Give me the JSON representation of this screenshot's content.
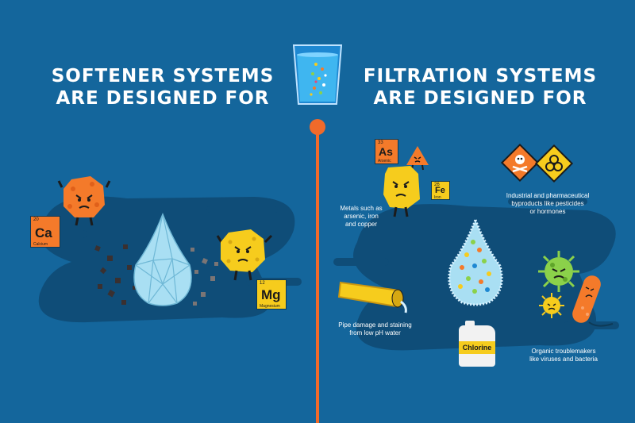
{
  "left_heading": {
    "line1": "SOFTENER SYSTEMS",
    "line2": "ARE DESIGNED FOR"
  },
  "right_heading": {
    "line1": "FILTRATION SYSTEMS",
    "line2": "ARE DESIGNED FOR"
  },
  "elements": {
    "calcium": {
      "number": "20",
      "symbol": "Ca",
      "name": "Calcium"
    },
    "magnesium": {
      "number": "12",
      "symbol": "Mg",
      "name": "Magnesium"
    },
    "arsenic": {
      "number": "33",
      "symbol": "As",
      "name": "Arsenic"
    },
    "iron": {
      "number": "26",
      "symbol": "Fe",
      "name": "Iron"
    }
  },
  "captions": {
    "metals": [
      "Metals such as",
      "arsenic, iron",
      "and copper"
    ],
    "industrial": [
      "Industrial and pharmaceutical",
      "byproducts like pesticides",
      "or hormones"
    ],
    "pipe": [
      "Pipe damage and staining",
      "from low pH water"
    ],
    "organic": [
      "Organic troublemakers",
      "like viruses and bacteria"
    ]
  },
  "chlorine_label": "Chlorine",
  "colors": {
    "background": "#14669c",
    "accent": "#f06a2a",
    "yellow": "#f6cc1d",
    "dark_blob": "#0f4d78"
  }
}
